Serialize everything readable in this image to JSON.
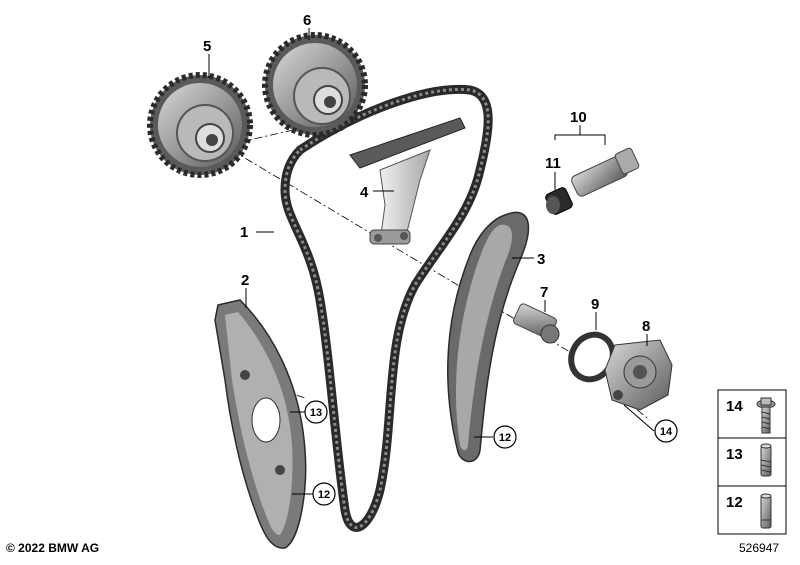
{
  "callouts": {
    "c1": "1",
    "c2": "2",
    "c3": "3",
    "c4": "4",
    "c5": "5",
    "c6": "6",
    "c7": "7",
    "c8": "8",
    "c9": "9",
    "c10": "10",
    "c11": "11"
  },
  "circled": {
    "a": "13",
    "b": "12",
    "c": "12",
    "d": "14"
  },
  "legend": {
    "items": [
      {
        "number": "14",
        "part": "screw-with-flange"
      },
      {
        "number": "13",
        "part": "bolt"
      },
      {
        "number": "12",
        "part": "bolt"
      }
    ]
  },
  "footer": {
    "copyright": "© 2022 BMW AG",
    "diagram_id": "526947"
  },
  "colors": {
    "part_dark": "#4a4a4a",
    "part_mid": "#8a8a8a",
    "part_light": "#c8c8c8",
    "chain": "#3a3a3a"
  }
}
